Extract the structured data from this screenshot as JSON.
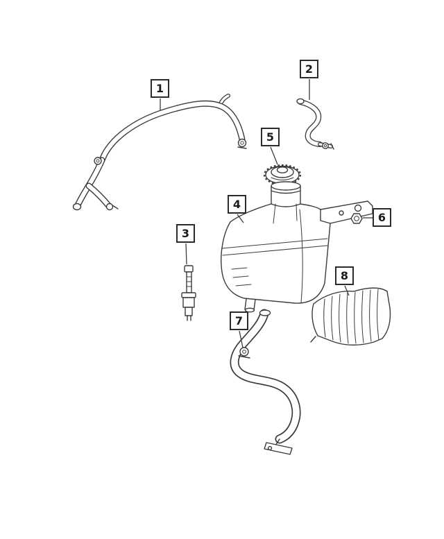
{
  "callouts": [
    {
      "label": "1",
      "part": "upper-coolant-hose"
    },
    {
      "label": "2",
      "part": "overflow-hose"
    },
    {
      "label": "3",
      "part": "coolant-level-sensor"
    },
    {
      "label": "4",
      "part": "coolant-reservoir"
    },
    {
      "label": "5",
      "part": "reservoir-cap"
    },
    {
      "label": "6",
      "part": "mounting-nut"
    },
    {
      "label": "7",
      "part": "lower-coolant-hose"
    },
    {
      "label": "8",
      "part": "heat-shield"
    }
  ],
  "colors": {
    "background": "#ffffff",
    "line": "#3b3b3b",
    "callout_border": "#2b2b2b"
  }
}
